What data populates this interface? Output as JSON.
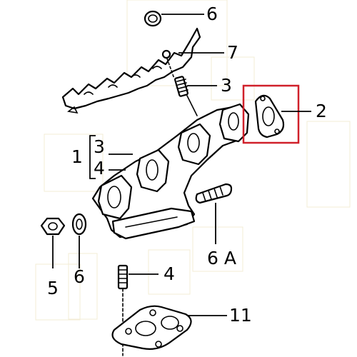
{
  "callouts": {
    "c6_top": "6",
    "c7": "7",
    "c3_top": "3",
    "c2": "2",
    "c1": "1",
    "c3_bracket": "3",
    "c4_bracket": "4",
    "c5": "5",
    "c6_left": "6",
    "c6a": "6 A",
    "c4_low": "4",
    "c11": "11"
  },
  "highlight_color": "#d0202a",
  "line_color": "#000000"
}
